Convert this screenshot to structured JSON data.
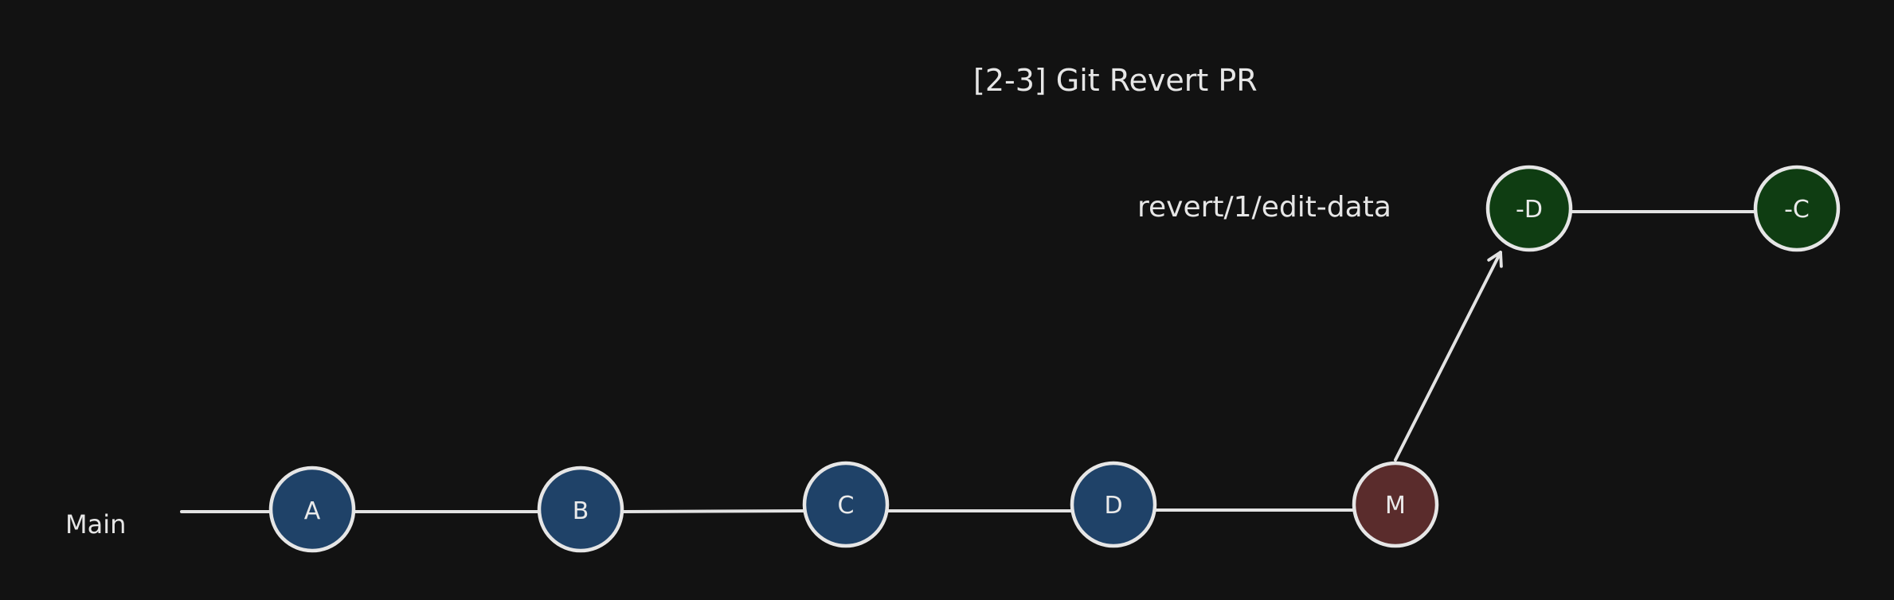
{
  "title": "[2-3] Git Revert PR",
  "branches": {
    "main": {
      "label": "Main"
    },
    "revert": {
      "label": "revert/1/edit-data"
    }
  },
  "colors": {
    "background": "#121212",
    "commit_blue": "#1f4268",
    "merge_red": "#5a2c2c",
    "revert_green": "#0f3d12",
    "stroke": "#e3e3e3",
    "text": "#e6e6e6"
  },
  "nodes": [
    {
      "id": "A",
      "label": "A",
      "type": "commit"
    },
    {
      "id": "B",
      "label": "B",
      "type": "commit"
    },
    {
      "id": "C",
      "label": "C",
      "type": "commit"
    },
    {
      "id": "D",
      "label": "D",
      "type": "commit"
    },
    {
      "id": "M",
      "label": "M",
      "type": "merge"
    },
    {
      "id": "RD",
      "label": "-D",
      "type": "revert"
    },
    {
      "id": "RC",
      "label": "-C",
      "type": "revert"
    }
  ],
  "edges": [
    {
      "from": "start",
      "to": "A"
    },
    {
      "from": "A",
      "to": "B"
    },
    {
      "from": "B",
      "to": "C"
    },
    {
      "from": "C",
      "to": "D"
    },
    {
      "from": "D",
      "to": "M"
    },
    {
      "from": "M",
      "to": "RD",
      "arrow": true
    },
    {
      "from": "RD",
      "to": "RC"
    }
  ]
}
